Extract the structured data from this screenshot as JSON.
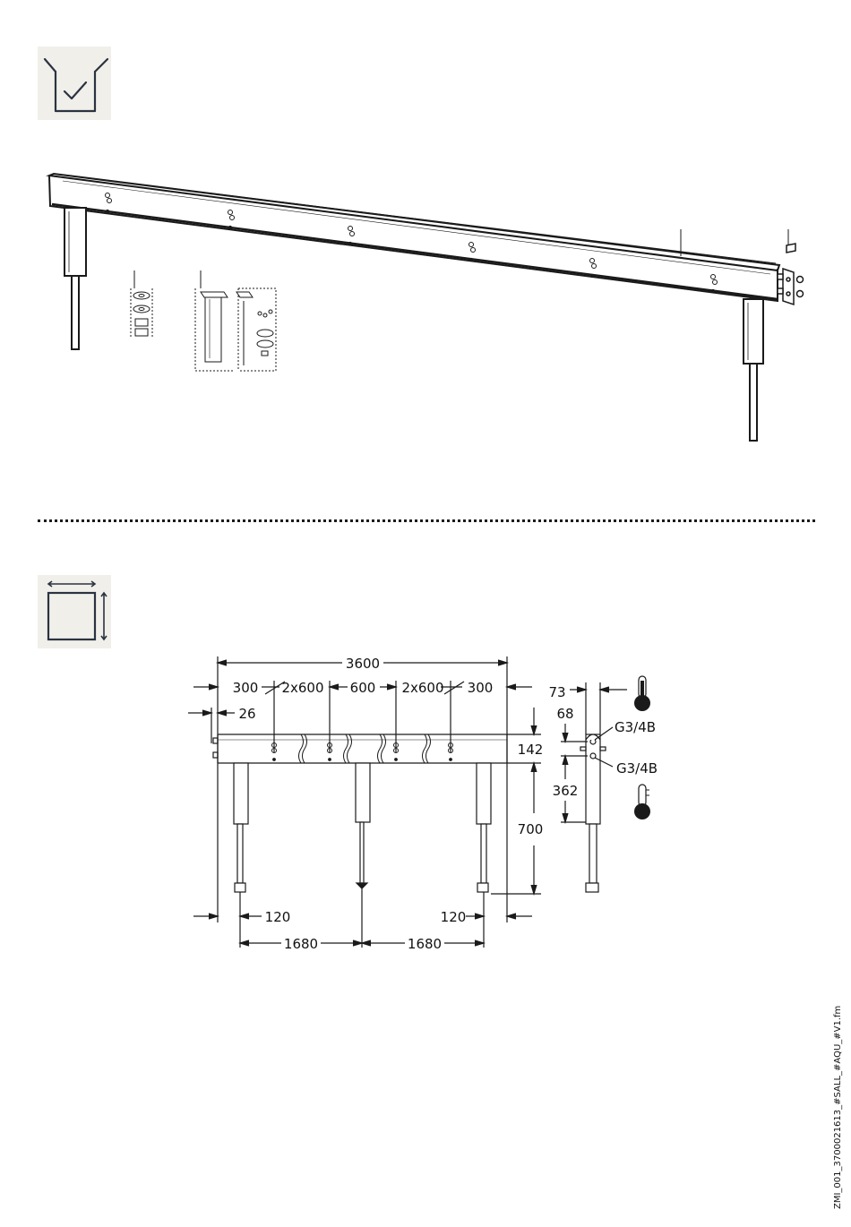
{
  "icons": {
    "delivery": "check-package-icon",
    "dimensions": "dimensions-square-icon",
    "hot_water": "thermometer-hot-icon",
    "cold_water": "thermometer-cold-icon"
  },
  "dimensions": {
    "overall_width": "3600",
    "left_offset": "300",
    "left_spacing": "2x600",
    "center_spacing": "600",
    "right_spacing": "2x600",
    "right_offset": "300",
    "end_offset": "26",
    "leg_inset_left": "120",
    "leg_inset_right": "120",
    "leg_span_left": "1680",
    "leg_span_right": "1680",
    "bar_height": "142",
    "total_height": "700",
    "depth": "73",
    "connection_offset": "68",
    "connection_spacing": "362",
    "connection_top": "G3/4B",
    "connection_bottom": "G3/4B"
  },
  "footer": {
    "document_code": "ZMI_001_3700021613_#SALL_#AQU_#V1.fm"
  },
  "colors": {
    "line": "#1a1a1a",
    "icon_background": "#f0efe9"
  }
}
